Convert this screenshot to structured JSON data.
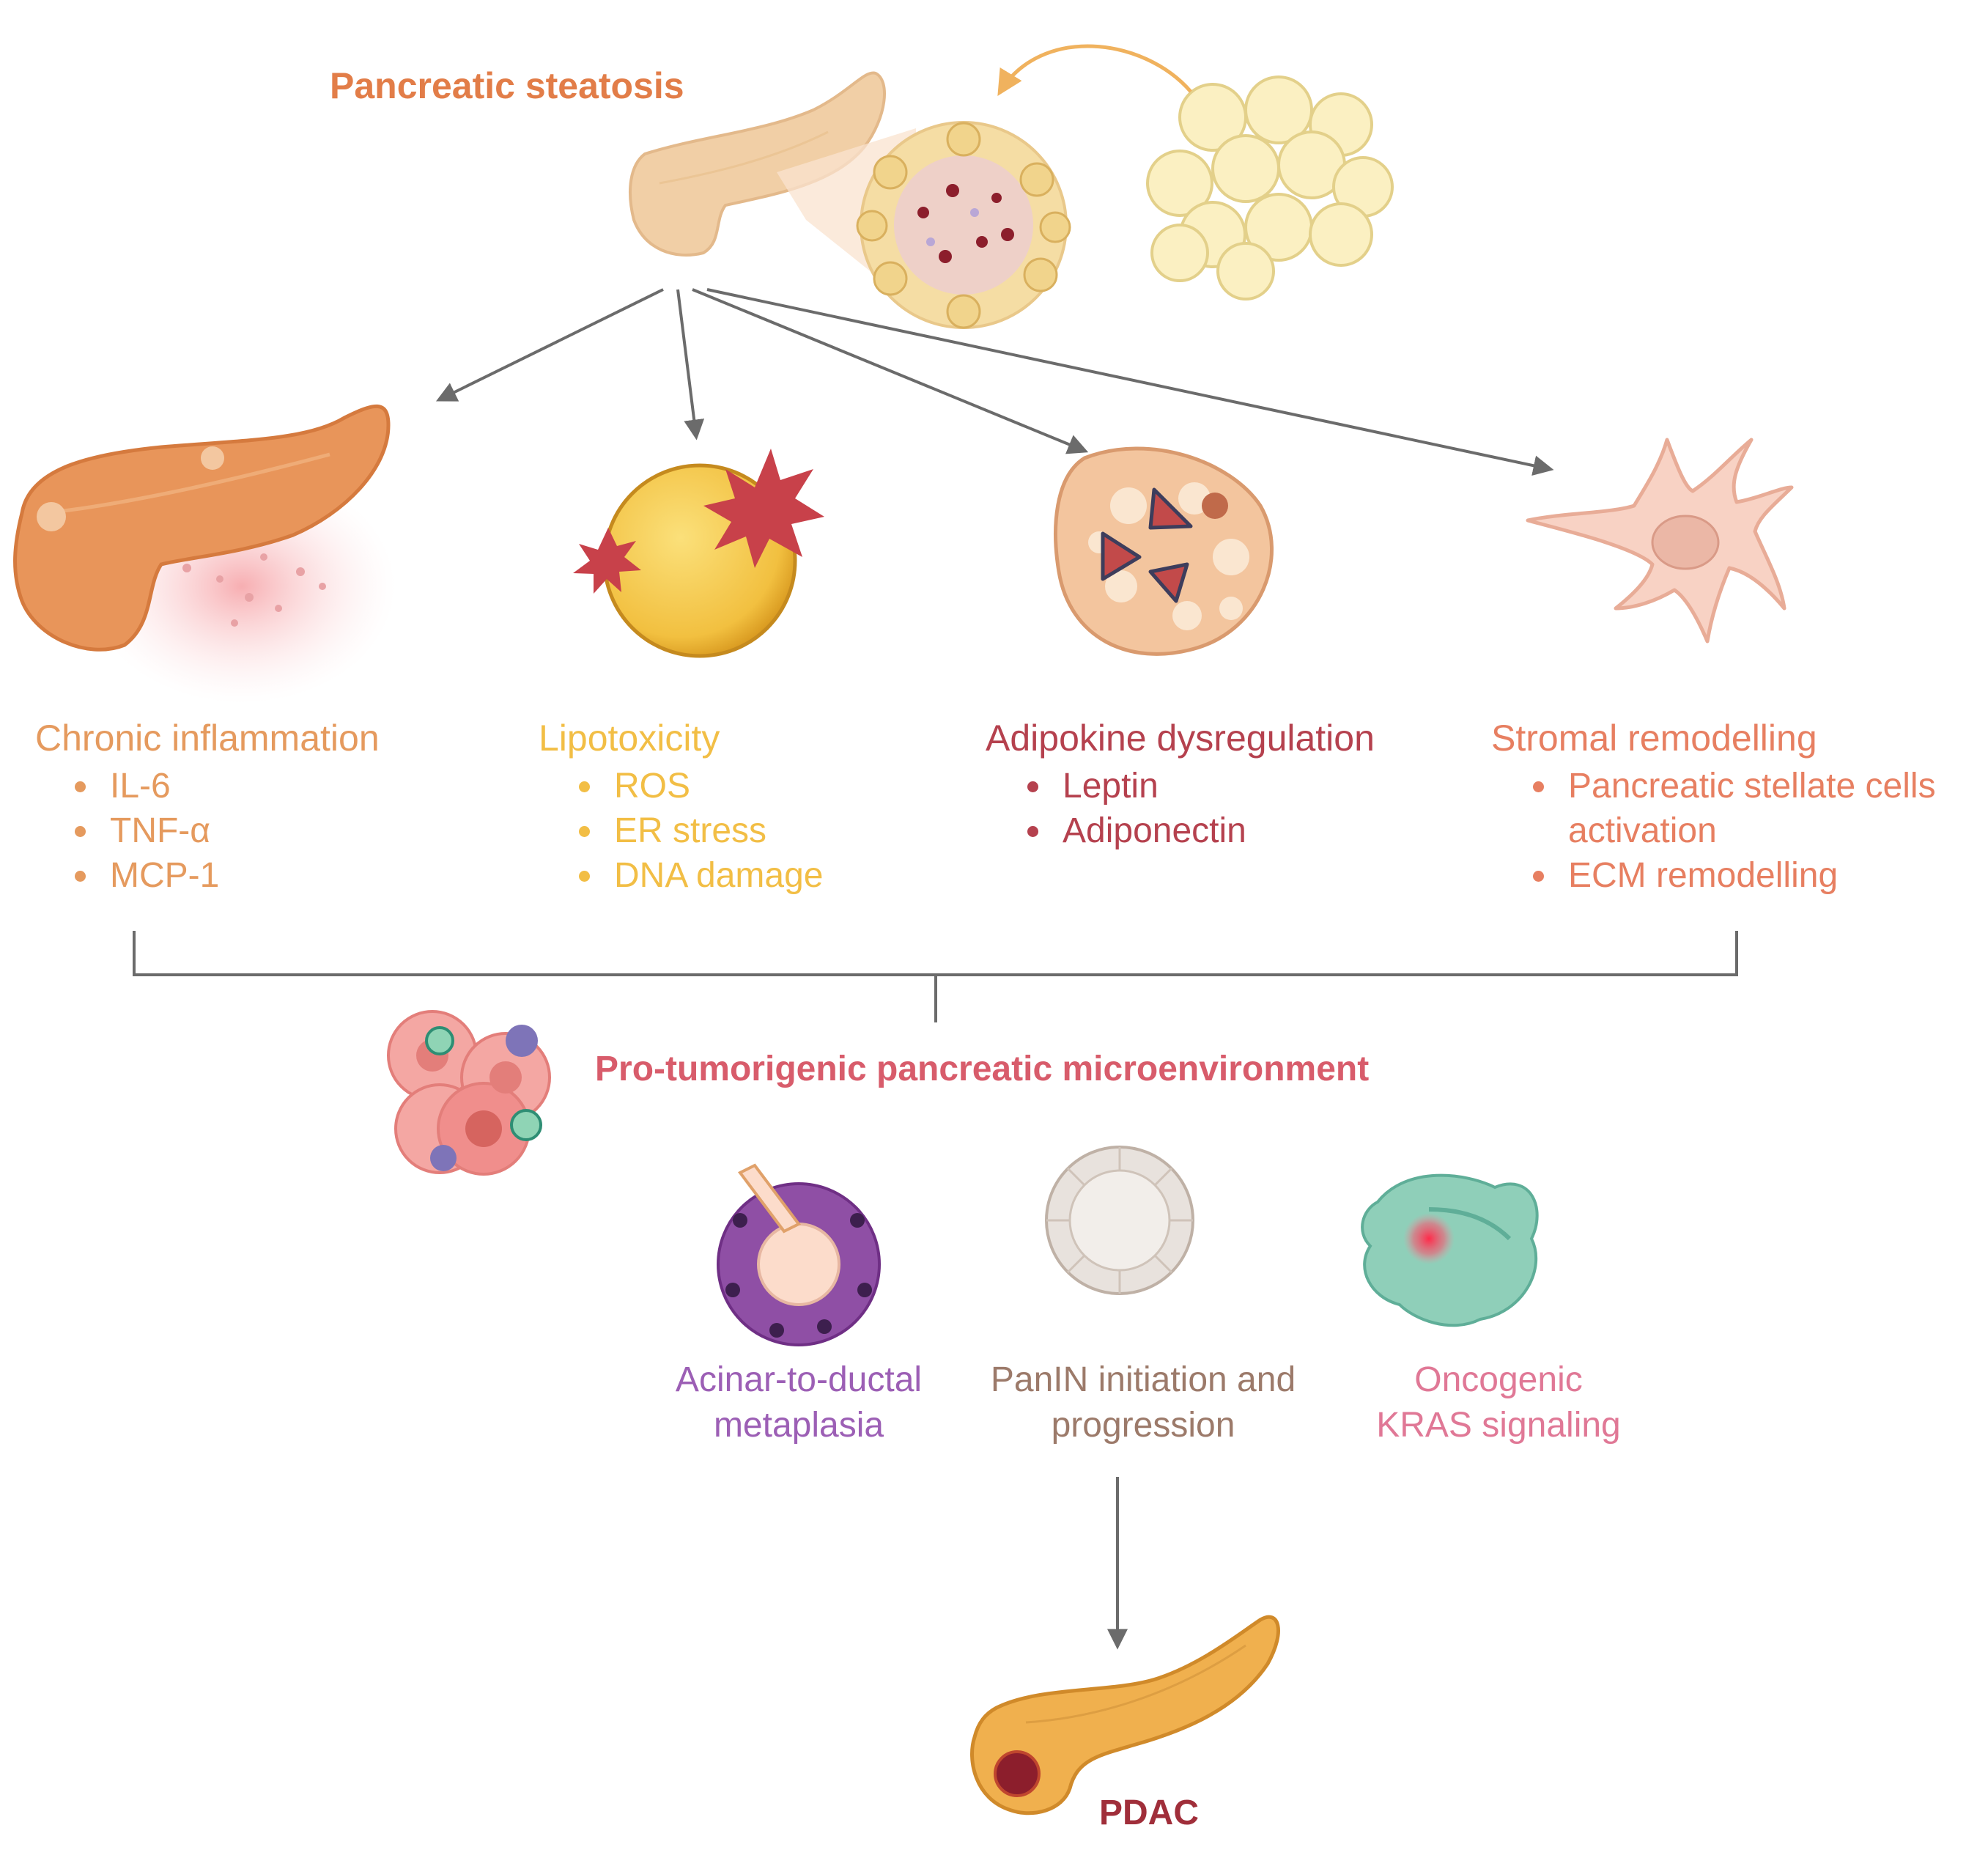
{
  "title": "Pancreatic steatosis",
  "colors": {
    "orange": "#E59A5E",
    "yellow": "#F2BE45",
    "red": "#B5414E",
    "salmon": "#E77F61",
    "pink_title": "#D85C6B",
    "purple": "#9C5FB5",
    "brown": "#9C7A6A",
    "pink": "#E07896",
    "dark_red": "#A02E3A",
    "arrow": "#6B6B6B"
  },
  "branches": [
    {
      "title": "Chronic inflammation",
      "items": [
        "IL-6",
        "TNF-α",
        "MCP-1"
      ]
    },
    {
      "title": "Lipotoxicity",
      "items": [
        "ROS",
        "ER stress",
        "DNA damage"
      ]
    },
    {
      "title": "Adipokine dysregulation",
      "items": [
        "Leptin",
        "Adiponectin"
      ]
    },
    {
      "title": "Stromal remodelling",
      "items": [
        "Pancreatic stellate cells activation",
        "ECM remodelling"
      ]
    }
  ],
  "microenvironment": "Pro-tumorigenic pancreatic microenvironment",
  "outcomes": [
    {
      "label_line1": "Acinar-to-ductal",
      "label_line2": "metaplasia"
    },
    {
      "label_line1": "PanIN initiation and",
      "label_line2": "progression"
    },
    {
      "label_line1": "Oncogenic",
      "label_line2": "KRAS signaling"
    }
  ],
  "final": "PDAC",
  "icons": [
    "pancreas-icon",
    "tissue-section-icon",
    "adipocyte-cluster-icon",
    "inflamed-pancreas-icon",
    "lipotoxic-cell-icon",
    "adipocyte-icon",
    "stellate-cell-icon",
    "tumor-microenvironment-icon",
    "acinar-cluster-icon",
    "panin-duct-icon",
    "kras-protein-icon",
    "pdac-pancreas-icon"
  ]
}
